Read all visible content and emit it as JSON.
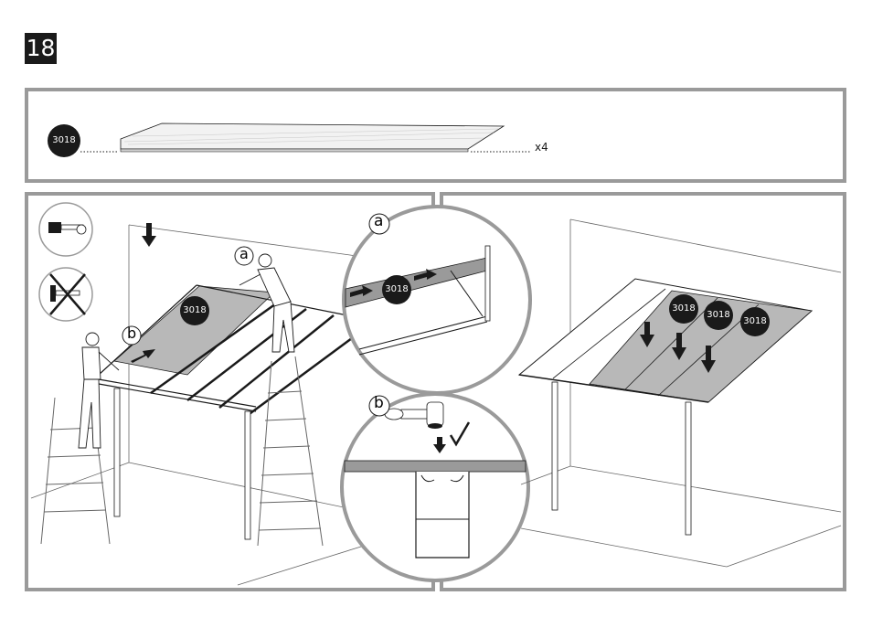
{
  "step": {
    "number": "18"
  },
  "parts_panel": {
    "part_code": "3018",
    "quantity": "x4"
  },
  "left_panel": {
    "part_code": "3018",
    "label_a": "a",
    "label_b": "b",
    "icons": [
      "mallet-icon",
      "no-hammer-icon"
    ]
  },
  "detail_a": {
    "label": "a",
    "part_code": "3018"
  },
  "detail_b": {
    "label": "b"
  },
  "right_panel": {
    "part_codes": [
      "3018",
      "3018",
      "3018"
    ]
  },
  "colors": {
    "frame": "#9a9a9a",
    "badge": "#1a1a1a",
    "panel_fill": "#b8b8b8"
  }
}
